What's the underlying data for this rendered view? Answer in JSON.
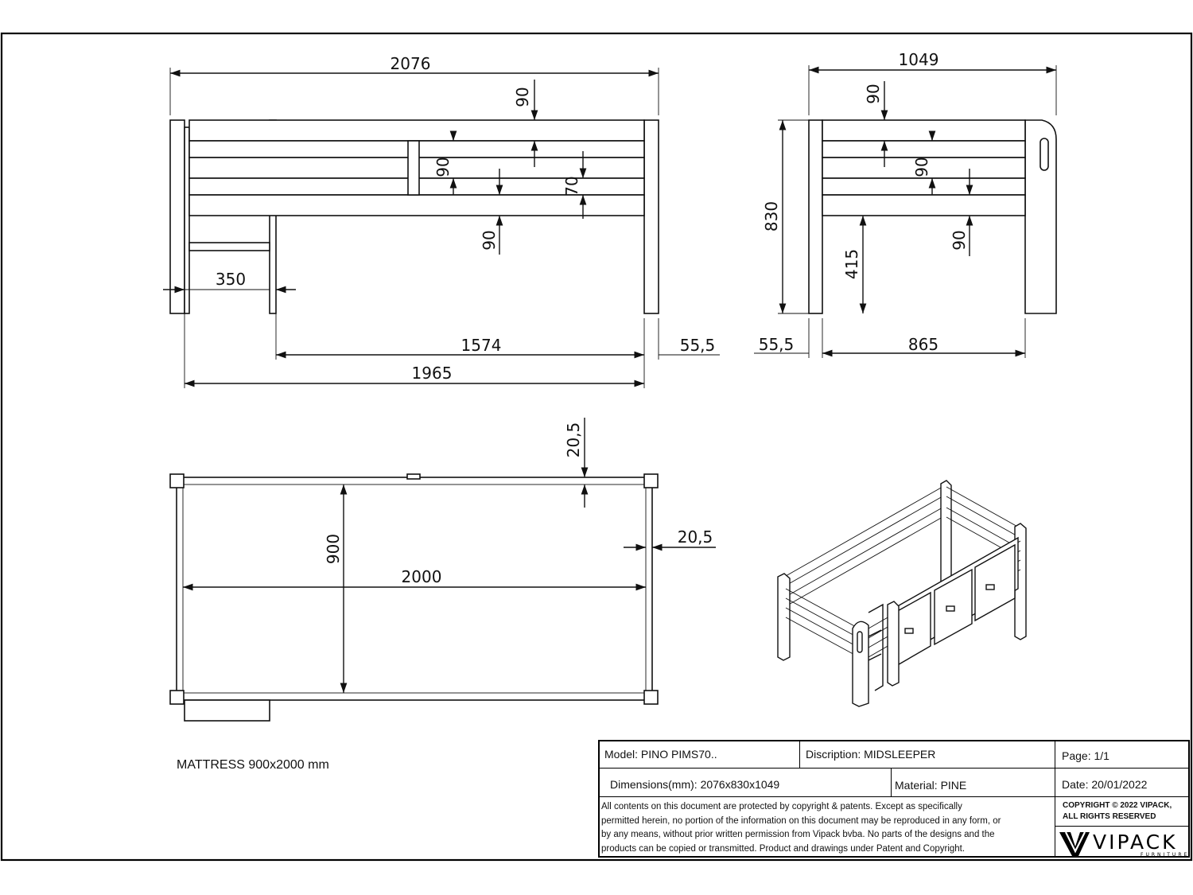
{
  "dimensions": {
    "front_overall_width": "2076",
    "front_rail_90_top": "90",
    "front_rail_90_mid": "90",
    "front_rail_70": "70",
    "front_rail_90_low": "90",
    "front_ladder_width": "350",
    "front_span_1574": "1574",
    "front_post_55_5": "55,5",
    "front_inner_length": "1965",
    "side_overall_width": "1049",
    "side_height_830": "830",
    "side_rail_90_top": "90",
    "side_rail_90_mid": "90",
    "side_rail_90_low": "90",
    "side_height_415": "415",
    "side_post_55_5": "55,5",
    "side_inner_865": "865",
    "top_frame_20_5_top": "20,5",
    "top_frame_20_5_side": "20,5",
    "top_mattress_width": "900",
    "top_mattress_length": "2000"
  },
  "mattress_note": "MATTRESS 900x2000 mm",
  "title_block": {
    "model": "Model: PINO PIMS70..",
    "description": "Discription: MIDSLEEPER",
    "page": "Page: 1/1",
    "dimensions": "Dimensions(mm): 2076x830x1049",
    "material": "Material: PINE",
    "date": "Date: 20/01/2022",
    "legal_line1": "All contents on this document are protected by copyright & patents. Except as specifically",
    "legal_line2": "permitted herein, no portion of the information on this document may be reproduced in any form, or",
    "legal_line3": "by any means, without prior written permission from Vipack bvba. No parts of the designs and the",
    "legal_line4": "products can be copied or transmitted. Product and drawings under Patent and Copyright.",
    "copyright_line1": "COPYRIGHT © 2022 VIPACK,",
    "copyright_line2": "ALL RIGHTS RESERVED",
    "logo_text": "VIPACK",
    "logo_subtext": "FURNITURE"
  }
}
